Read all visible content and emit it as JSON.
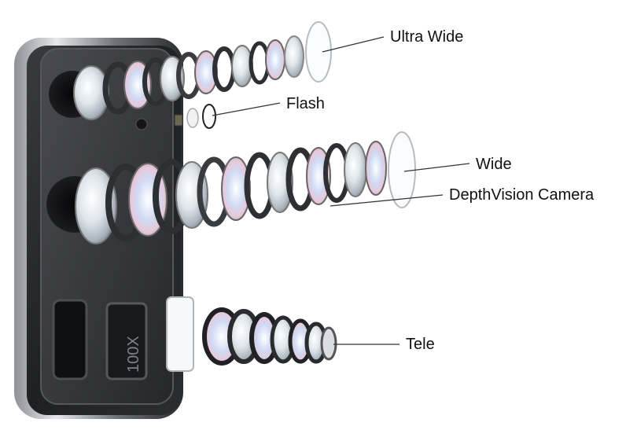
{
  "labels": {
    "ultra_wide": "Ultra Wide",
    "flash": "Flash",
    "wide": "Wide",
    "depthvision": "DepthVision Camera",
    "tele": "Tele"
  },
  "phone": {
    "zoom_marking": "100X"
  },
  "colors": {
    "background": "#ffffff",
    "phone_body": "#2a2b2e",
    "phone_frame": "#b9bcc2",
    "callout_line": "#333333",
    "text": "#111111"
  }
}
